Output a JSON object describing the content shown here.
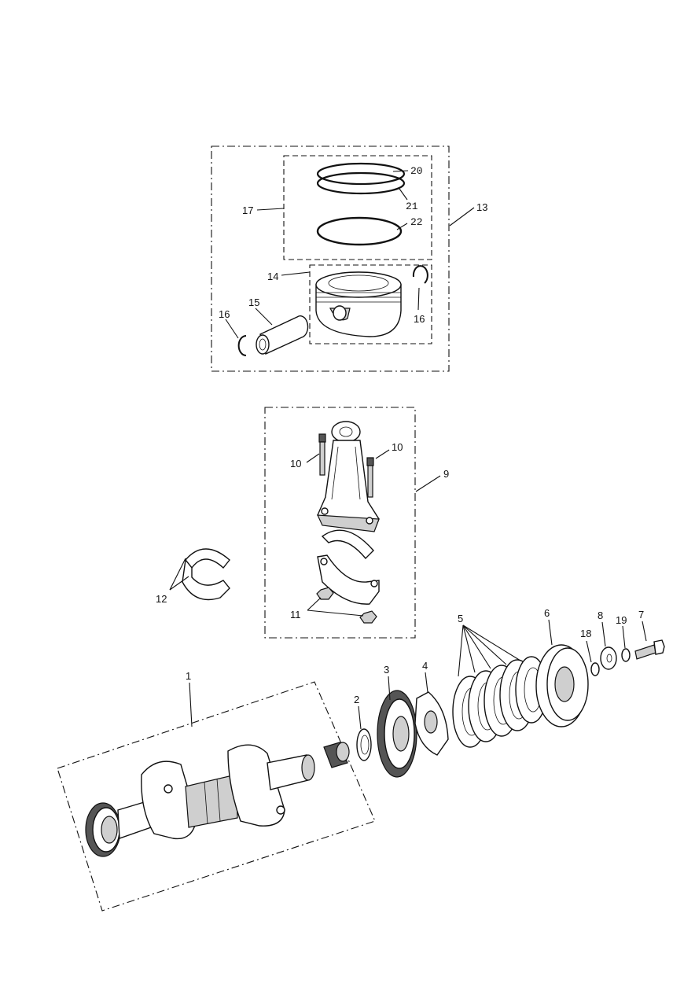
{
  "callouts": {
    "c1": "1",
    "c2": "2",
    "c3": "3",
    "c4": "4",
    "c5": "5",
    "c6": "6",
    "c7": "7",
    "c8": "8",
    "c9": "9",
    "c10a": "10",
    "c10b": "10",
    "c11": "11",
    "c12": "12",
    "c13": "13",
    "c14": "14",
    "c15": "15",
    "c16a": "16",
    "c16b": "16",
    "c17": "17",
    "c18": "18",
    "c19": "19",
    "c20": "20",
    "c21": "21",
    "c22": "22"
  }
}
